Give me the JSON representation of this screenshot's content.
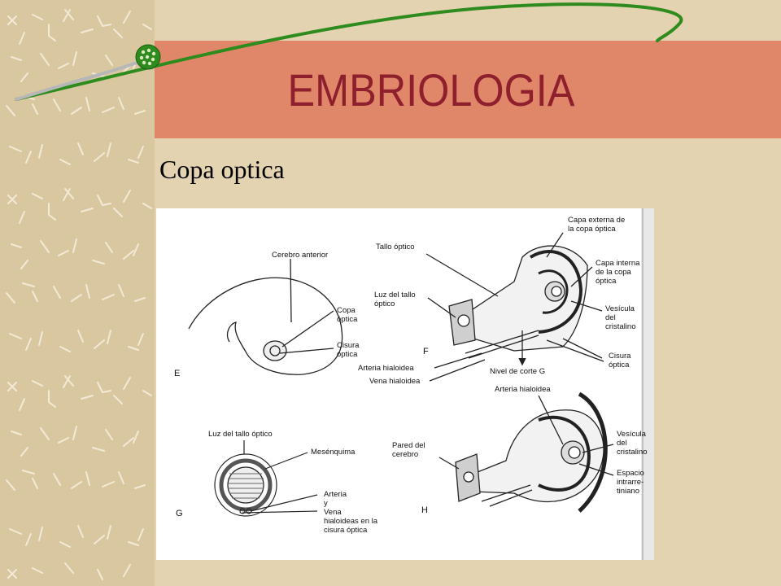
{
  "slide": {
    "title": "EMBRIOLOGIA",
    "subtitle": "Copa optica"
  },
  "colors": {
    "background": "#e3d3b0",
    "title_band": "#e0876a",
    "title_text": "#8e1f2c",
    "decor_line": "#2e8b1e"
  },
  "figure": {
    "panels": [
      "E",
      "F",
      "G",
      "H"
    ],
    "labels": {
      "cerebro_anterior": "Cerebro anterior",
      "copa_optica": "Copa\nóptica",
      "cisura_optica_e": "Cisura\nóptica",
      "tallo_optico": "Tallo óptico",
      "luz_tallo": "Luz del tallo\nóptico",
      "capa_externa": "Capa externa de\nla copa óptica",
      "capa_interna": "Capa interna\nde la copa\nóptica",
      "vesicula_f": "Vesícula\ndel\ncristalino",
      "cisura_optica_f": "Cisura\nóptica",
      "arteria_hialoidea_f": "Arteria hialoidea",
      "vena_hialoidea": "Vena hialoidea",
      "nivel_corte": "Nivel de corte G",
      "arteria_hialoidea_h": "Arteria hialoidea",
      "luz_tallo_g": "Luz del tallo óptico",
      "mesenquima": "Mesénquima",
      "arteria_vena_g": "Arteria\ny\nVena\nhialoideas en la\ncisura óptica",
      "pared_cerebro": "Pared del\ncerebro",
      "vesicula_h": "Vesícula\ndel\ncristalino",
      "espacio": "Espacio\nintrarre-\ntiniano"
    }
  }
}
